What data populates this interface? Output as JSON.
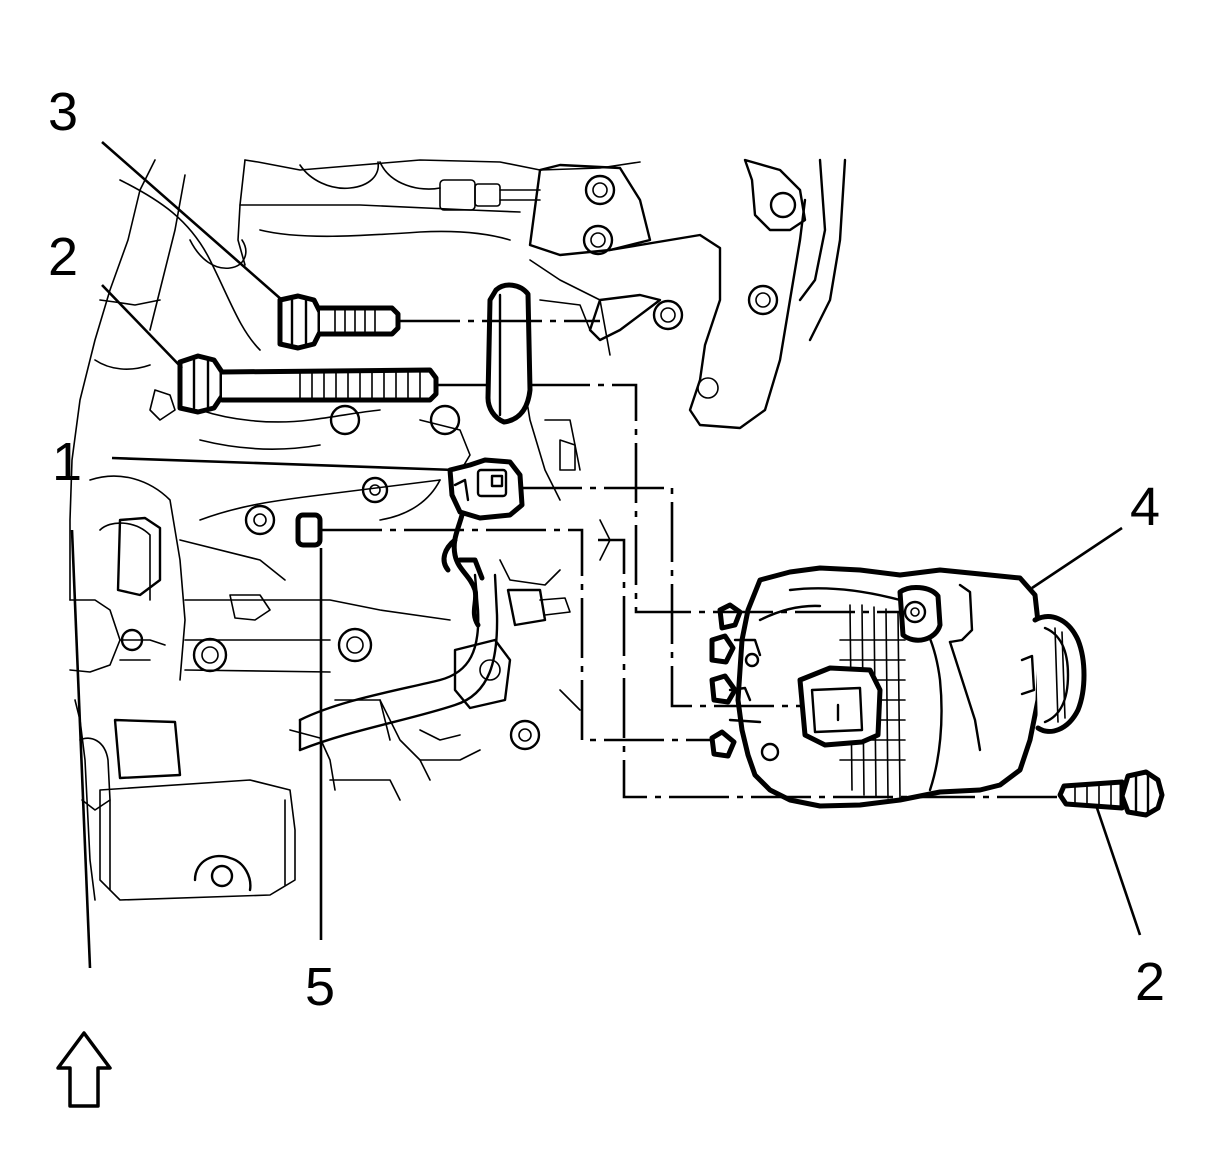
{
  "callouts": [
    {
      "id": "callout-1",
      "label": "1"
    },
    {
      "id": "callout-2-upper",
      "label": "2"
    },
    {
      "id": "callout-3",
      "label": "3"
    },
    {
      "id": "callout-4",
      "label": "4"
    },
    {
      "id": "callout-5",
      "label": "5"
    },
    {
      "id": "callout-2-lower",
      "label": "2"
    }
  ],
  "parts": {
    "bolt_short": "bolt",
    "bolt_long": "bolt",
    "electrical_connector": "connector",
    "generator": "generator",
    "nut_terminal": "nut"
  },
  "icons": {
    "direction_arrow": "up-arrow-icon"
  },
  "colors": {
    "line": "#000000",
    "background": "#ffffff"
  }
}
